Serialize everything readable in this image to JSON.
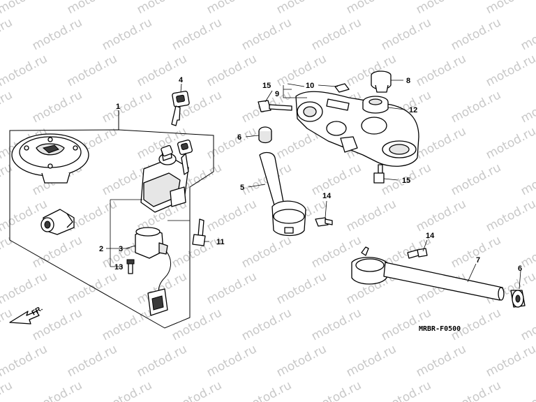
{
  "watermark": {
    "text": "motod.ru"
  },
  "diagram_code": "MRBR-F0500",
  "front_marker": "FR.",
  "callouts": [
    {
      "id": "c1",
      "label": "1"
    },
    {
      "id": "c2",
      "label": "2"
    },
    {
      "id": "c3",
      "label": "3"
    },
    {
      "id": "c4",
      "label": "4"
    },
    {
      "id": "c5",
      "label": "5"
    },
    {
      "id": "c6a",
      "label": "6"
    },
    {
      "id": "c6b",
      "label": "6"
    },
    {
      "id": "c7",
      "label": "7"
    },
    {
      "id": "c8",
      "label": "8"
    },
    {
      "id": "c9",
      "label": "9"
    },
    {
      "id": "c10",
      "label": "10"
    },
    {
      "id": "c11",
      "label": "11"
    },
    {
      "id": "c12",
      "label": "12"
    },
    {
      "id": "c13",
      "label": "13"
    },
    {
      "id": "c14a",
      "label": "14"
    },
    {
      "id": "c14b",
      "label": "14"
    },
    {
      "id": "c15a",
      "label": "15"
    },
    {
      "id": "c15b",
      "label": "15"
    }
  ]
}
